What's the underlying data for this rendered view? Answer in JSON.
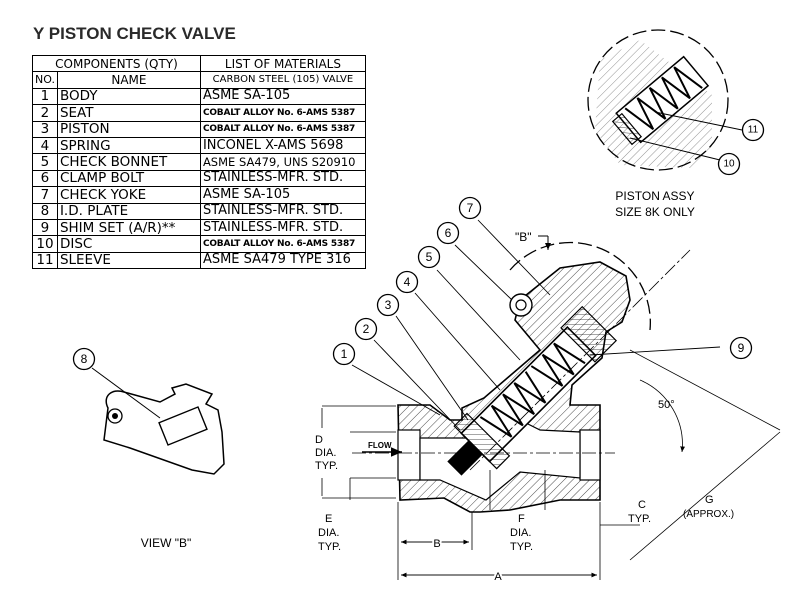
{
  "title": "Y PISTON CHECK VALVE",
  "table": {
    "header_components": "COMPONENTS (QTY)",
    "header_materials": "LIST OF MATERIALS",
    "col_no": "NO.",
    "col_name": "NAME",
    "col_material": "CARBON STEEL (105) VALVE",
    "rows": [
      {
        "no": "1",
        "name": "BODY",
        "material": "ASME SA-105"
      },
      {
        "no": "2",
        "name": "SEAT",
        "material": "COBALT ALLOY No. 6-AMS 5387"
      },
      {
        "no": "3",
        "name": "PISTON",
        "material": "COBALT ALLOY No. 6-AMS 5387"
      },
      {
        "no": "4",
        "name": "SPRING",
        "material": "INCONEL X-AMS 5698"
      },
      {
        "no": "5",
        "name": "CHECK BONNET",
        "material": "ASME SA479, UNS S20910"
      },
      {
        "no": "6",
        "name": "CLAMP BOLT",
        "material": "STAINLESS-MFR. STD."
      },
      {
        "no": "7",
        "name": "CHECK YOKE",
        "material": "ASME SA-105"
      },
      {
        "no": "8",
        "name": "I.D. PLATE",
        "material": "STAINLESS-MFR. STD."
      },
      {
        "no": "9",
        "name": "SHIM SET (A/R)**",
        "material": "STAINLESS-MFR. STD."
      },
      {
        "no": "10",
        "name": "DISC",
        "material": "COBALT ALLOY No. 6-AMS 5387"
      },
      {
        "no": "11",
        "name": "SLEEVE",
        "material": "ASME SA479 TYPE 316"
      }
    ]
  },
  "labels": {
    "piston_assy_line1": "PISTON ASSY",
    "piston_assy_line2": "SIZE 8K ONLY",
    "view_b": "VIEW \"B\"",
    "detail_b": "\"B\"",
    "angle": "50°",
    "flow": "FLOW",
    "d_1": "D",
    "d_2": "DIA.",
    "d_3": "TYP.",
    "e_1": "E",
    "e_2": "DIA.",
    "e_3": "TYP.",
    "f_1": "F",
    "f_2": "DIA.",
    "f_3": "TYP.",
    "c_1": "C",
    "c_2": "TYP.",
    "g_1": "G",
    "g_2": "(APPROX.)",
    "a": "A",
    "b": "B"
  },
  "callouts": [
    "1",
    "2",
    "3",
    "4",
    "5",
    "6",
    "7",
    "8",
    "9",
    "10",
    "11"
  ]
}
